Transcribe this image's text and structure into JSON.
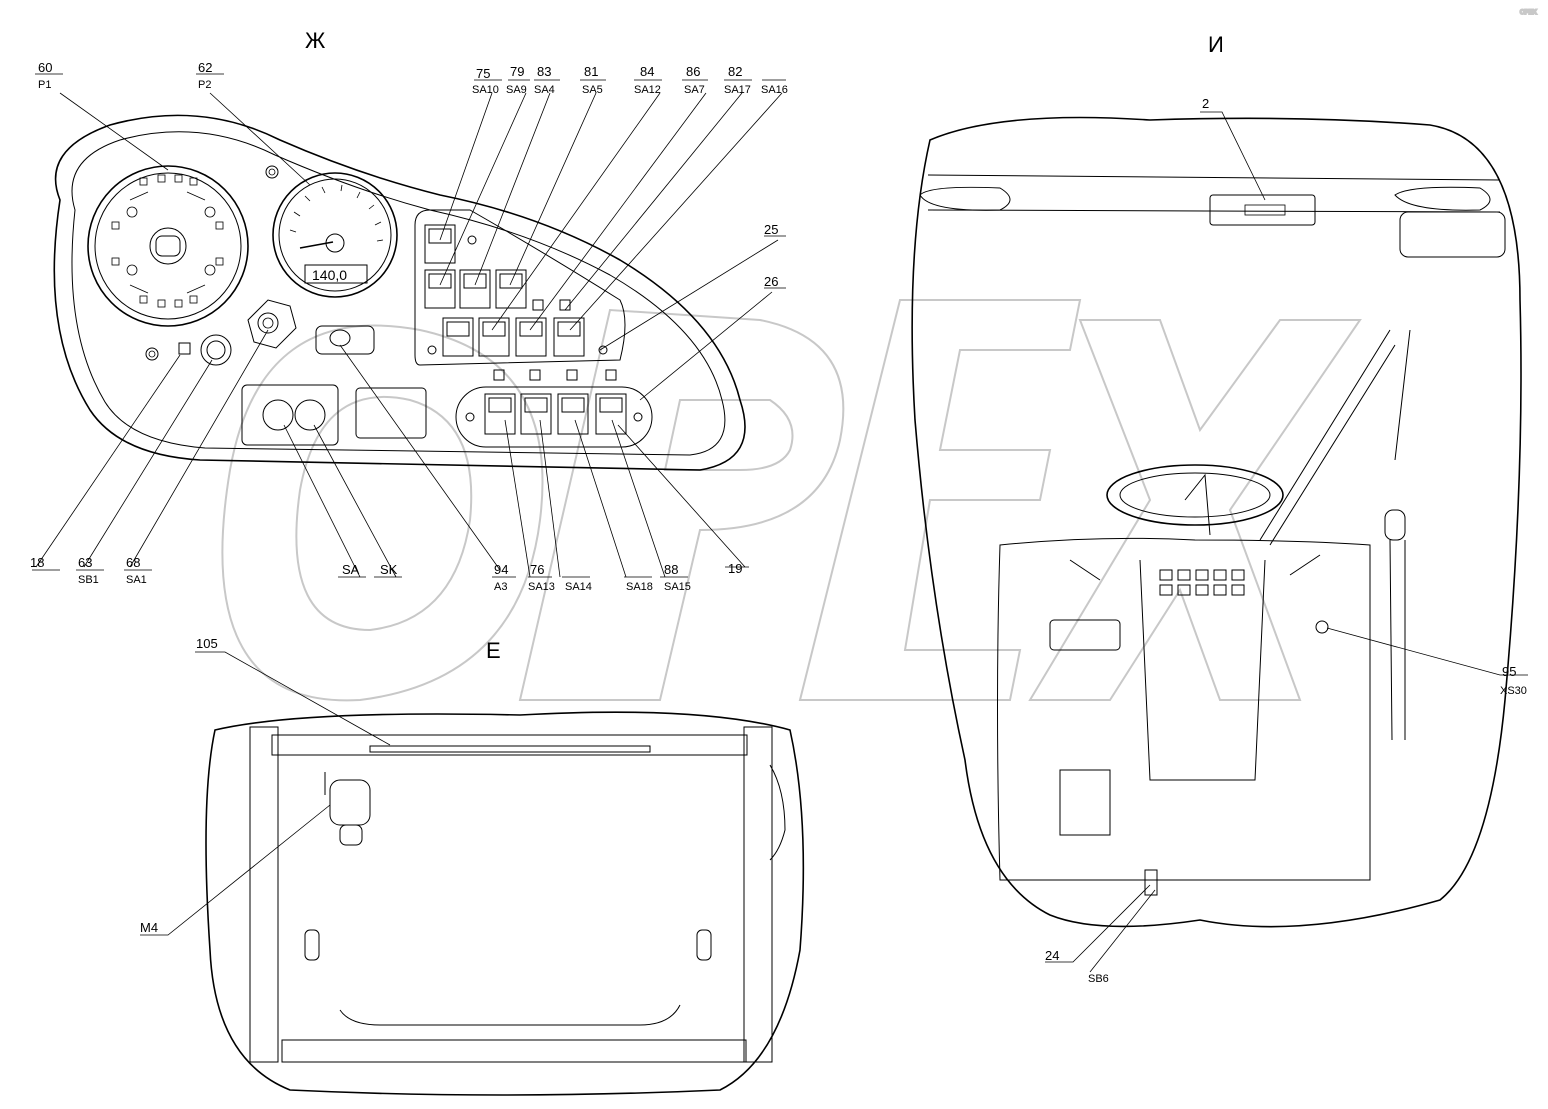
{
  "views": {
    "zh": "Ж",
    "i": "И",
    "e": "Е"
  },
  "watermark": "ОРЕХ",
  "gauge_display": "140,0",
  "callouts": [
    {
      "id": "c60",
      "num": "60",
      "code": "P1"
    },
    {
      "id": "c62",
      "num": "62",
      "code": "P2"
    },
    {
      "id": "c75",
      "num": "75",
      "code": "SA10"
    },
    {
      "id": "c79",
      "num": "79",
      "code": "SA9"
    },
    {
      "id": "c83",
      "num": "83",
      "code": "SA4"
    },
    {
      "id": "c81",
      "num": "81",
      "code": "SA5"
    },
    {
      "id": "c84",
      "num": "84",
      "code": "SA12"
    },
    {
      "id": "c86",
      "num": "86",
      "code": "SA7"
    },
    {
      "id": "c82",
      "num": "82",
      "code": "SA17"
    },
    {
      "id": "c16",
      "num": "",
      "code": "SA16"
    },
    {
      "id": "c25",
      "num": "25",
      "code": ""
    },
    {
      "id": "c26",
      "num": "26",
      "code": ""
    },
    {
      "id": "c18",
      "num": "18",
      "code": ""
    },
    {
      "id": "c63",
      "num": "63",
      "code": "SB1"
    },
    {
      "id": "c68",
      "num": "68",
      "code": "SA1"
    },
    {
      "id": "cSA",
      "num": "SA",
      "code": ""
    },
    {
      "id": "cSK",
      "num": "SK",
      "code": ""
    },
    {
      "id": "c94",
      "num": "94",
      "code": "A3"
    },
    {
      "id": "c76",
      "num": "76",
      "code": "SA13"
    },
    {
      "id": "c14",
      "num": "",
      "code": "SA14"
    },
    {
      "id": "c18b",
      "num": "",
      "code": "SA18"
    },
    {
      "id": "c88",
      "num": "",
      "code": "SA15"
    },
    {
      "id": "c19",
      "num": "19",
      "code": ""
    },
    {
      "id": "c105",
      "num": "105",
      "code": ""
    },
    {
      "id": "cM4",
      "num": "M4",
      "code": ""
    },
    {
      "id": "c2",
      "num": "2",
      "code": ""
    },
    {
      "id": "c95",
      "num": "95",
      "code": "XS30"
    },
    {
      "id": "c24",
      "num": "24",
      "code": ""
    },
    {
      "id": "cSB6",
      "num": "",
      "code": "SB6"
    },
    {
      "id": "c88n",
      "num": "88",
      "code": ""
    }
  ]
}
